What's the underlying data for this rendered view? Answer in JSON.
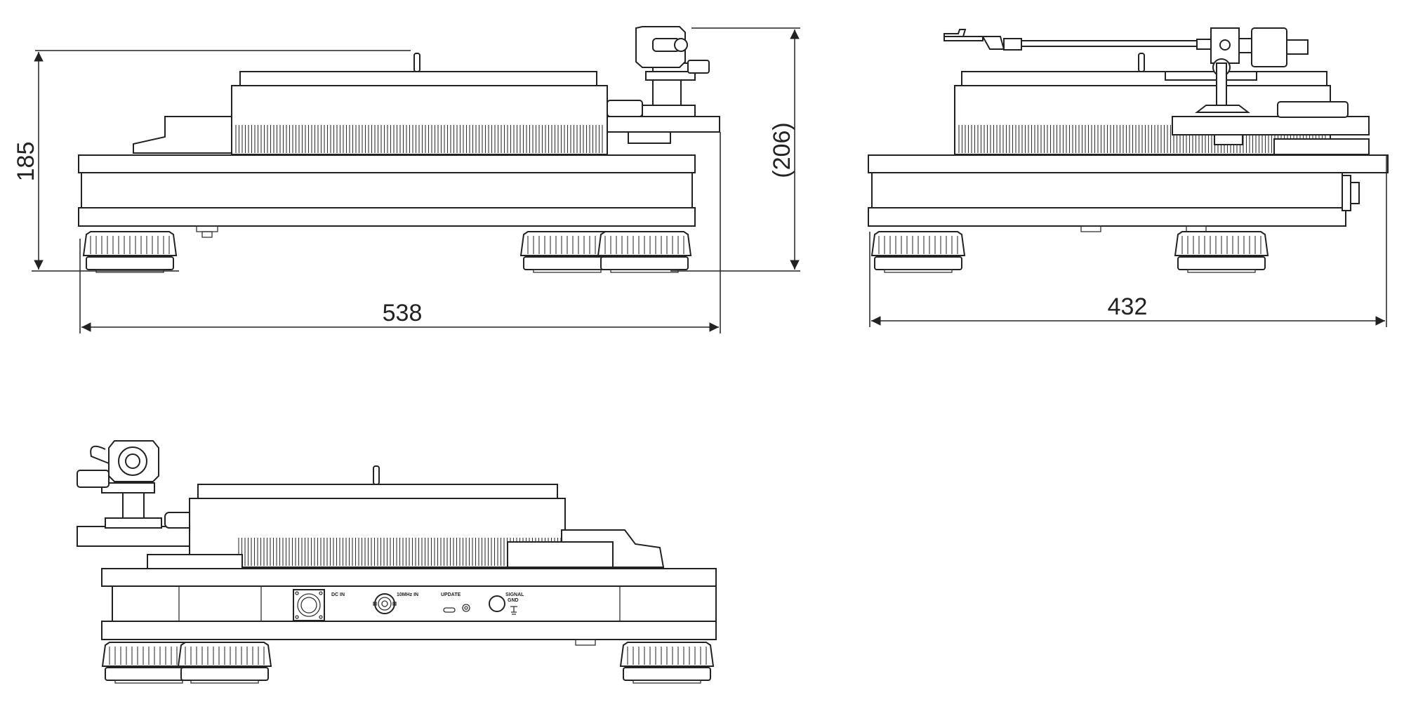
{
  "dimensions": {
    "height": "185",
    "total_height": "(206)",
    "front_width": "538",
    "side_depth": "432"
  },
  "rear_panel": {
    "dc_in": "DC IN",
    "ext_clock_in": "10MHz IN",
    "update": "UPDATE",
    "signal_gnd_line1": "SIGNAL",
    "signal_gnd_line2": "GND"
  }
}
